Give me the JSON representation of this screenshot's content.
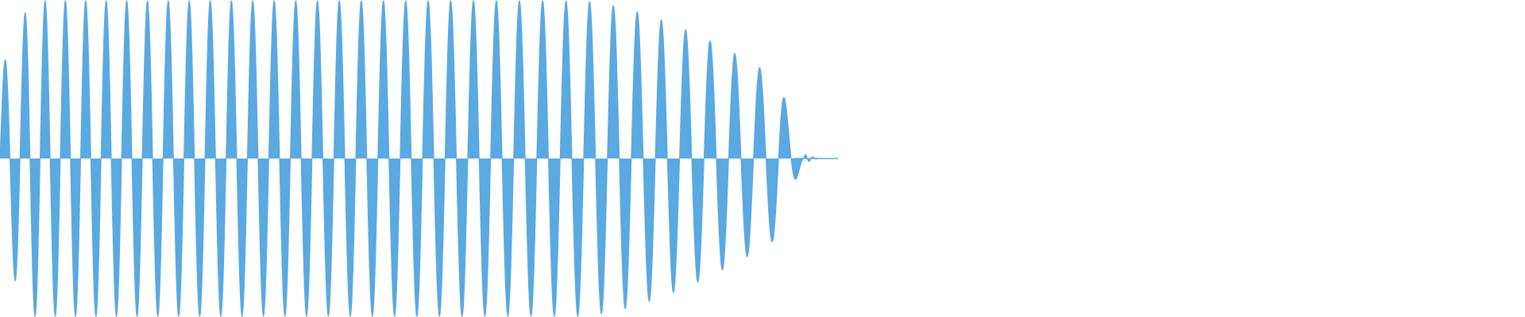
{
  "waveform": {
    "color": "#5aa9e0",
    "background": "#ffffff",
    "icon": "audio-waveform",
    "cycles": 36,
    "peak_fraction": 0.995,
    "tail_fraction": 0.03,
    "envelope_shape": "rising-then-falling"
  }
}
